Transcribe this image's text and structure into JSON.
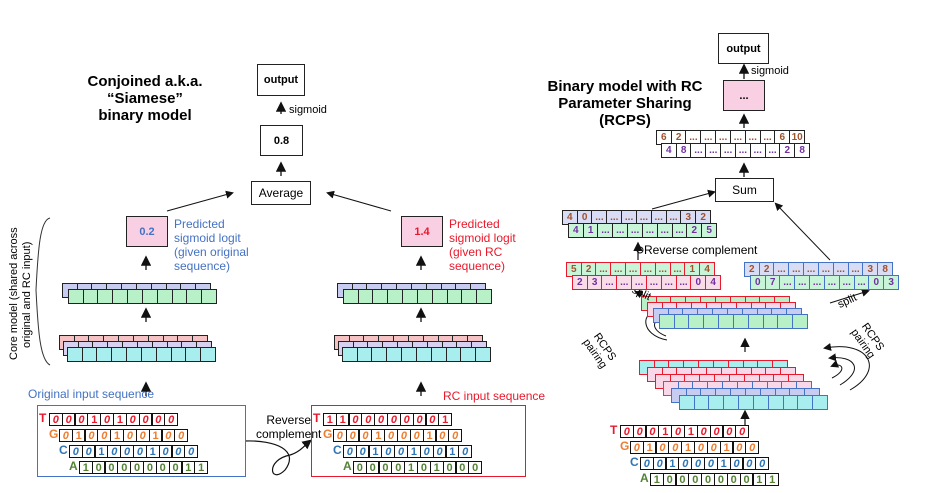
{
  "left": {
    "title_line1": "Conjoined a.k.a. “Siamese”",
    "title_line2": "binary model",
    "output_label": "output",
    "sigmoid_label": "sigmoid",
    "avg_value": "0.8",
    "average_label": "Average",
    "orig_logit": "0.2",
    "orig_logit_caption": [
      "Predicted",
      "sigmoid logit",
      "(given original",
      "sequence)"
    ],
    "rc_logit": "1.4",
    "rc_logit_caption": [
      "Predicted",
      "sigmoid logit",
      "(given RC",
      "sequence)"
    ],
    "core_model_label_line1": "Core model (shared across",
    "core_model_label_line2": "original and RC input)",
    "orig_input_label": "Original input sequence",
    "rc_input_label": "RC input sequence",
    "reverse_complement_line1": "Reverse",
    "reverse_complement_line2": "complement"
  },
  "sequences": {
    "original": {
      "T": [
        "0",
        "0",
        "0",
        "1",
        "0",
        "1",
        "0",
        "0",
        "0",
        "0"
      ],
      "G": [
        "0",
        "1",
        "0",
        "0",
        "1",
        "0",
        "0",
        "1",
        "0",
        "0"
      ],
      "C": [
        "0",
        "0",
        "1",
        "0",
        "0",
        "0",
        "1",
        "0",
        "0",
        "0"
      ],
      "A": [
        "1",
        "0",
        "0",
        "0",
        "0",
        "0",
        "0",
        "0",
        "1",
        "1"
      ]
    },
    "rc": {
      "T": [
        "1",
        "1",
        "0",
        "0",
        "0",
        "0",
        "0",
        "0",
        "0",
        "1"
      ],
      "G": [
        "0",
        "0",
        "0",
        "1",
        "0",
        "0",
        "0",
        "1",
        "0",
        "0"
      ],
      "C": [
        "0",
        "0",
        "1",
        "0",
        "0",
        "1",
        "0",
        "0",
        "1",
        "0"
      ],
      "A": [
        "0",
        "0",
        "0",
        "0",
        "1",
        "0",
        "1",
        "0",
        "0",
        "0"
      ]
    },
    "nucleotide_colors": {
      "T": "#e8192c",
      "G": "#ed7d31",
      "C": "#2e75b6",
      "A": "#548235"
    }
  },
  "right": {
    "title_line1": "Binary model with RC",
    "title_line2": "Parameter Sharing (RCPS)",
    "output_label": "output",
    "sigmoid_label": "sigmoid",
    "dense_label": "...",
    "sum_label": "Sum",
    "summed_top": [
      "6",
      "2",
      "...",
      "...",
      "...",
      "...",
      "...",
      "...",
      "6",
      "10"
    ],
    "summed_bottom": [
      "4",
      "8",
      "...",
      "...",
      "...",
      "...",
      "...",
      "...",
      "2",
      "8"
    ],
    "rc_half_top": [
      "4",
      "0",
      "...",
      "...",
      "...",
      "...",
      "...",
      "...",
      "3",
      "2"
    ],
    "rc_half_bottom": [
      "4",
      "1",
      "...",
      "...",
      "...",
      "...",
      "...",
      "...",
      "2",
      "5"
    ],
    "reverse_complement_label": "Reverse complement",
    "red_half_top": [
      "5",
      "2",
      "...",
      "...",
      "...",
      "...",
      "...",
      "...",
      "1",
      "4"
    ],
    "red_half_bottom": [
      "2",
      "3",
      "...",
      "...",
      "...",
      "...",
      "...",
      "...",
      "0",
      "4"
    ],
    "blue_half_top": [
      "2",
      "2",
      "...",
      "...",
      "...",
      "...",
      "...",
      "...",
      "3",
      "8"
    ],
    "blue_half_bottom": [
      "0",
      "7",
      "...",
      "...",
      "...",
      "...",
      "...",
      "...",
      "0",
      "3"
    ],
    "split_label": "split",
    "rcps_pairing_label_line1": "RCPS",
    "rcps_pairing_label_line2": "pairing"
  }
}
